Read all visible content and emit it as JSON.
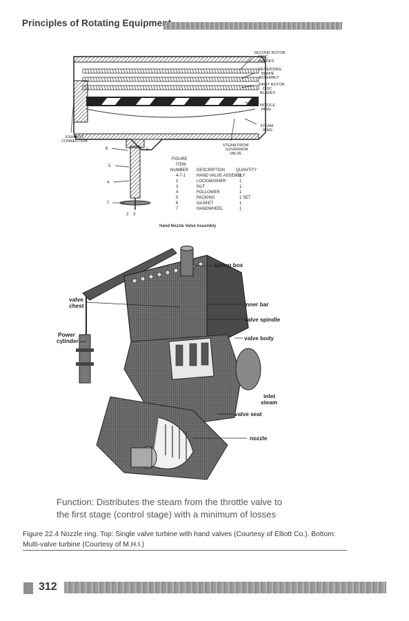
{
  "header": {
    "title": "Principles of Rotating Equipment"
  },
  "top_figure": {
    "callouts": {
      "second_rotor": [
        "SECOND ROTOR",
        "DISC",
        "BLADES"
      ],
      "reversing": [
        "REVERSING",
        "BLADE",
        "ASSEMBLY"
      ],
      "first_rotor": [
        "FIRST ROTOR",
        "DISC",
        "BLADES"
      ],
      "nozzle_ring": [
        "NOZZLE",
        "RING"
      ],
      "steam_ring": [
        "STEAM",
        "RING"
      ],
      "exhaust": [
        "EXHAUST",
        "CONNECTION"
      ],
      "steam_from": [
        "STEAM   FROM",
        "GOVERNOR",
        "VALVE"
      ]
    },
    "item_numbers": [
      "6",
      "1",
      "5",
      "4",
      "7",
      "2",
      "3"
    ],
    "table": {
      "head": [
        "FIGURE",
        "ITEM",
        "NUMBER",
        "DESCRIPTION",
        "QUANTITY"
      ],
      "rows": [
        [
          "4-7-1",
          "HAND VALVE ASSEMBLY",
          "1"
        ],
        [
          "2",
          "LOCKWASHER",
          "1"
        ],
        [
          "3",
          "NUT",
          "1"
        ],
        [
          "4",
          "FOLLOWER",
          "1"
        ],
        [
          "5",
          "PACKING",
          "1 SET"
        ],
        [
          "6",
          "GASKET",
          "1"
        ],
        [
          "7",
          "HANDWHEEL",
          "1"
        ]
      ]
    },
    "title": "Hand Nozzle Valve Assembly"
  },
  "bottom_figure": {
    "labels": {
      "spring_box": "spring box",
      "valve_chest": [
        "valve",
        "chest"
      ],
      "inner_bar": "inner bar",
      "valve_spindle": "valve spindle",
      "power_cylinder": [
        "Power",
        "cylinder"
      ],
      "valve_body": "valve body",
      "inlet_steam": [
        "inlet",
        "steam"
      ],
      "valve_seat": "valve seat",
      "nozzle": "nozzle"
    }
  },
  "function_text": [
    "Function: Distributes the steam from the throttle valve to",
    "the first stage (control stage) with a minimum of losses"
  ],
  "caption": {
    "text": "Figure 22.4 Nozzle ring. Top: Single valve turbine with hand valves (Courtesy of Elliott Co.). Bottom: Multi-valve turbine (Courtesy of M.H.I.)"
  },
  "footer": {
    "page_number": "312"
  }
}
